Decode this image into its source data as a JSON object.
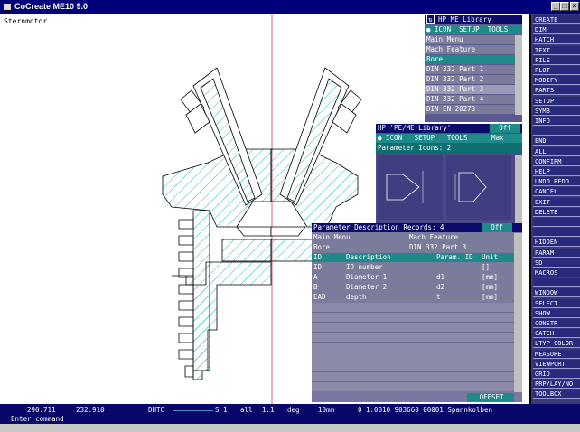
{
  "window": {
    "title": "CoCreate ME10 9.0"
  },
  "drawing": {
    "name": "Sternmotor"
  },
  "menu": [
    "CREATE",
    "DIM",
    "HATCH",
    "TEXT",
    "FILE",
    "PLOT",
    "MODIFY",
    "PARTS",
    "SETUP",
    "SYMB",
    "INFO",
    "",
    "END",
    "ALL",
    "CONFIRM",
    "HELP",
    "UNDO REDO",
    "CANCEL",
    "EXIT",
    "DELETE",
    "",
    "",
    "HIDDEN",
    "PARAM",
    "SD",
    "MACROS",
    "",
    "WINDOW",
    "SELECT",
    "SHOW",
    "CONSTR",
    "CATCH",
    "LTYP COLOR",
    "MEASURE",
    "VIEWPORT",
    "GRID",
    "PRP/LAY/NO",
    "TOOLBOX"
  ],
  "library": {
    "header": "HP ME Library",
    "tabs": [
      "ICON",
      "SETUP",
      "TOOLS"
    ],
    "items": [
      "Main Menu",
      "Mach Feature",
      "Bore",
      "DIN 332 Part 1",
      "DIN 332 Part 2",
      "DIN 332 Part 3",
      "DIN 332 Part 4",
      "DIN EN 20273"
    ]
  },
  "icons_panel": {
    "title": "HP 'PE/ME Library'",
    "off": "Off",
    "tabs": [
      "ICON",
      "SETUP",
      "TOOLS",
      "Max"
    ],
    "subtitle": "Parameter Icons: 2"
  },
  "records": {
    "title": "Parameter Description Records: 4",
    "off": "Off",
    "crumbs": [
      "Main Menu",
      "Mach Feature",
      "Bore",
      "DIN 332 Part 3"
    ],
    "columns": [
      "ID",
      "Description",
      "Param. ID",
      "Unit"
    ],
    "rows": [
      [
        "ID",
        "ID number",
        "",
        "[]"
      ],
      [
        "A",
        "Diameter 1",
        "d1",
        "[mm]"
      ],
      [
        "B",
        "Diameter 2",
        "d2",
        "[mm]"
      ],
      [
        "EAD",
        "depth",
        "t",
        "[mm]"
      ]
    ],
    "offset_label": "OFFSET"
  },
  "status": {
    "x": "290.711",
    "y": "232.910",
    "mode": "DHTC",
    "scale": "S 1",
    "all": "all",
    "ratio": "1:1",
    "deg": "deg",
    "grid": "10mm",
    "info": "0 1:0010 903660 00001 Spannkolben",
    "prompt": "Enter command"
  },
  "colors": {
    "titlebar": "#00007b",
    "menu": "#2a2a7c",
    "teal": "#1e8a8a",
    "hatch": "#29b8c4"
  }
}
